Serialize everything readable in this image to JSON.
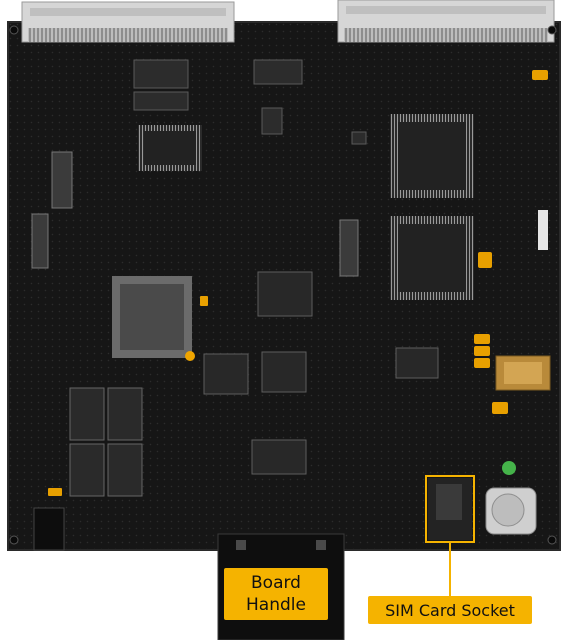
{
  "callouts": {
    "board_handle_line1": "Board",
    "board_handle_line2": "Handle",
    "sim_card_socket": "SIM Card Socket"
  },
  "colors": {
    "accent": "#f5b300",
    "pcb": "#1a1a1a",
    "connector": "#c9c9c9"
  }
}
